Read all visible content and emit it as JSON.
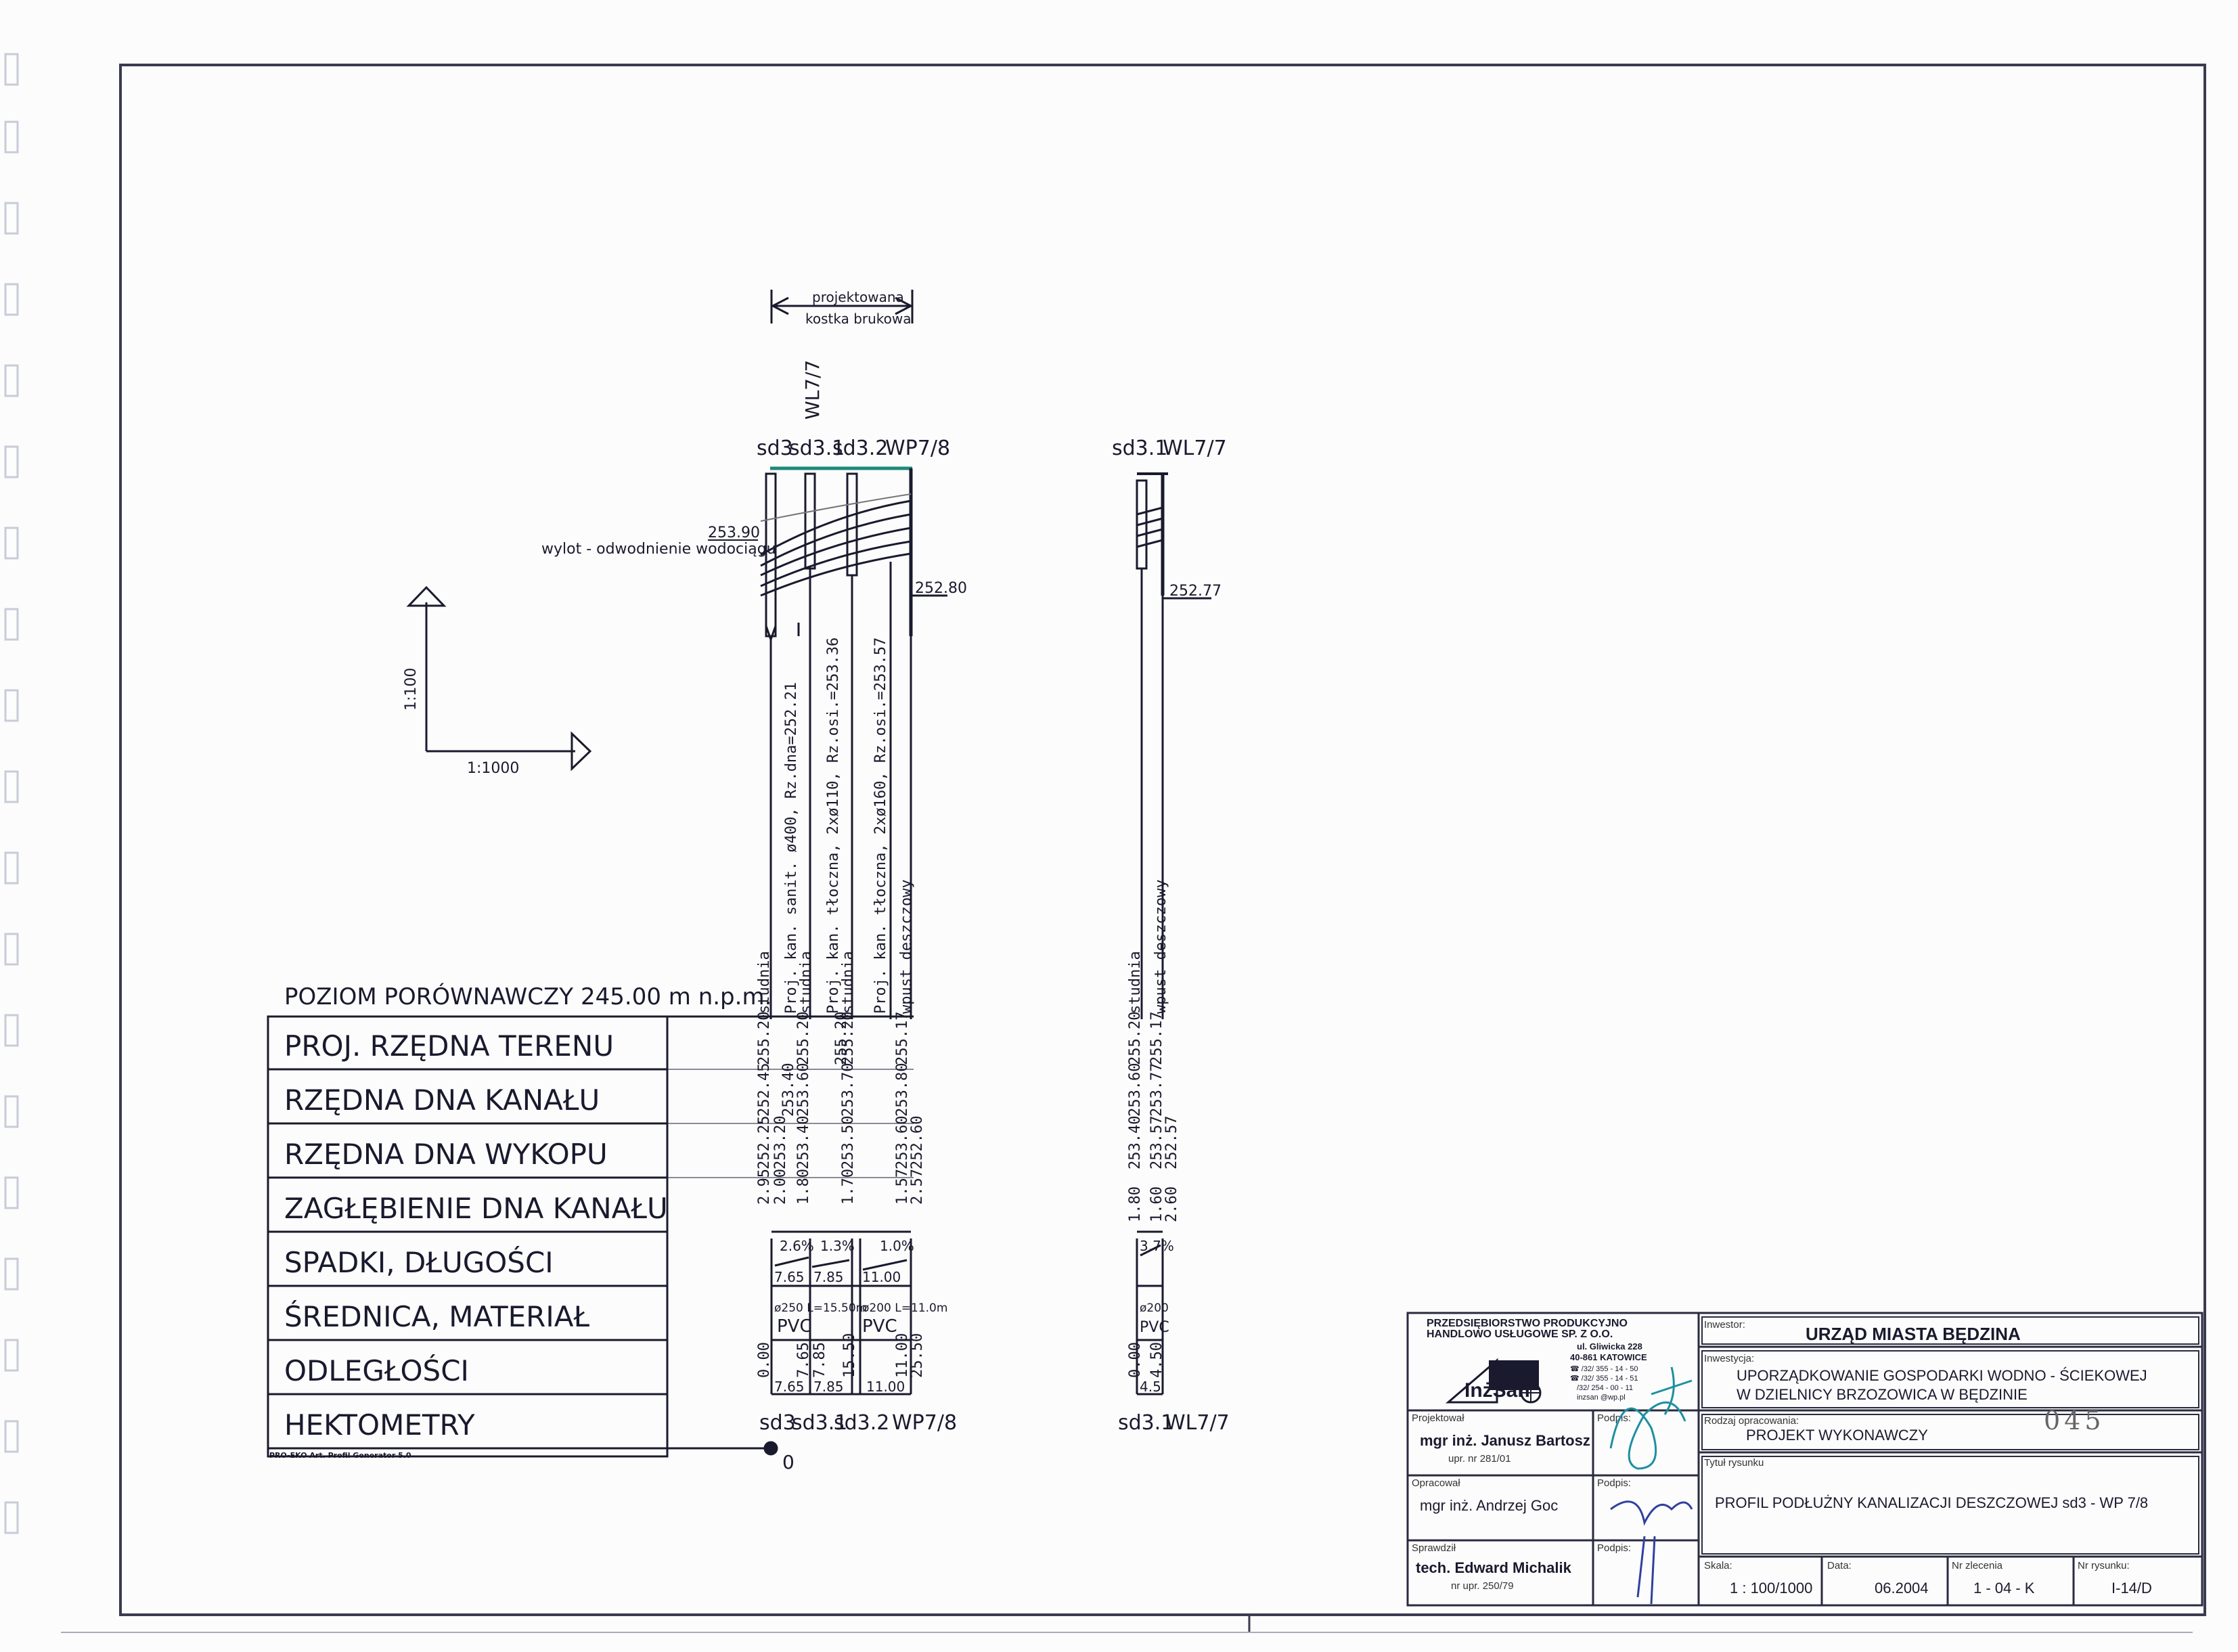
{
  "annotations": {
    "pavement_top": "projektowana",
    "pavement_bottom": "kostka brukowa",
    "wl77_top": "WL7/7",
    "outlet_elev": "253.90",
    "outlet_label": "wylot - odwodnienie wodociągu",
    "elev_wp78": "252.80",
    "elev_wl77": "252.77",
    "scale_vertical": "1:100",
    "scale_horizontal": "1:1000",
    "zero_mark": "0",
    "software": "PRO-EKO Art. Profil Generator 5.0"
  },
  "stations_left": [
    "sd3",
    "sd3.1",
    "sd3.2",
    "WP7/8"
  ],
  "stations_right": [
    "sd3.1",
    "WL7/7"
  ],
  "datum": {
    "label": "POZIOM PORÓWNAWCZY",
    "value": "245.00 m n.p.m."
  },
  "table_rows": [
    "PROJ. RZĘDNA TERENU",
    "RZĘDNA DNA KANAŁU",
    "RZĘDNA DNA WYKOPU",
    "ZAGŁĘBIENIE DNA KANAŁU",
    "SPADKI, DŁUGOŚCI",
    "ŚREDNICA, MATERIAŁ",
    "ODLEGŁOŚCI",
    "HEKTOMETRY"
  ],
  "left_profile": {
    "col1": [
      "studnia",
      "255.20",
      "252.45",
      "252.25",
      "2.95",
      "2.00",
      "0.00"
    ],
    "col2": [
      "Proj. kan. sanit. ø400, Rz.dna=252.21",
      "studnia",
      "255.20",
      "253.40",
      "253.20",
      "1.80",
      "7.65"
    ],
    "col3": [
      "Proj. kan. tłoczna, 2xø110, Rz.osi.=253.36",
      "studnia",
      "255.20",
      "253.60",
      "253.40",
      "7.85"
    ],
    "col4": [
      "Proj. kan. tłoczna, 2xø160, Rz.osi.=253.57",
      "255.20",
      "253.70",
      "253.50",
      "1.70",
      "15.50"
    ],
    "col5": [
      "wpust deszczowy",
      "255.17",
      "253.80",
      "253.60",
      "252.60",
      "1.57",
      "2.57",
      "11.00",
      "25.50"
    ],
    "slopes": [
      "2.6%",
      "1.3%",
      "1.0%"
    ],
    "lengths": [
      "7.65",
      "7.85",
      "11.00"
    ],
    "diam1": "ø250 L=15.50m",
    "diam2": "ø200 L=11.0m",
    "material": "PVC"
  },
  "right_profile": {
    "col1": [
      "studnia",
      "255.20",
      "253.60",
      "253.40",
      "1.80",
      "0.00"
    ],
    "col2": [
      "wpust deszczowy",
      "255.17",
      "253.77",
      "253.57",
      "252.57",
      "1.60",
      "2.60",
      "4.50"
    ],
    "slope": "3.7%",
    "length": "4.5",
    "diam": "ø200",
    "material": "PVC"
  },
  "title_block": {
    "company": [
      "PRZEDSIĘBIORSTWO PRODUKCYJNO",
      "HANDLOWO USŁUGOWE SP. Z O.O."
    ],
    "address": [
      "ul. Gliwicka 228",
      "40-861 KATOWICE",
      "☎ /32/ 355 - 14 - 50",
      "☎ /32/ 355 - 14 - 51",
      "/32/ 254 - 00 - 11",
      "inzsan @wp.pl"
    ],
    "logo_text": "InżSan",
    "investor_label": "Inwestor:",
    "investor": "URZĄD MIASTA BĘDZINA",
    "investment_label": "Inwestycja:",
    "investment": [
      "UPORZĄDKOWANIE GOSPODARKI WODNO - ŚCIEKOWEJ",
      "W DZIELNICY BRZOZOWICA W BĘDZINIE"
    ],
    "kind_label": "Rodzaj opracowania:",
    "kind": "PROJEKT WYKONAWCZY",
    "stamp_number": "045",
    "designer_label": "Projektował",
    "designer": "mgr inż. Janusz Bartosz",
    "designer_perm": "upr. nr 281/01",
    "drafter_label": "Opracował",
    "drafter": "mgr inż. Andrzej Goc",
    "checker_label": "Sprawdził",
    "checker": "tech. Edward Michalik",
    "checker_perm": "nr upr. 250/79",
    "sign_label": "Podpis:",
    "drawing_title_label": "Tytuł rysunku",
    "drawing_title": "PROFIL PODŁUŻNY KANALIZACJI DESZCZOWEJ sd3 - WP 7/8",
    "scale_label": "Skala:",
    "scale": "1 : 100/1000",
    "date_label": "Data:",
    "date": "06.2004",
    "order_label": "Nr zlecenia",
    "order": "1 - 04 - K",
    "drawing_no_label": "Nr rysunku:",
    "drawing_no": "I-14/D"
  }
}
